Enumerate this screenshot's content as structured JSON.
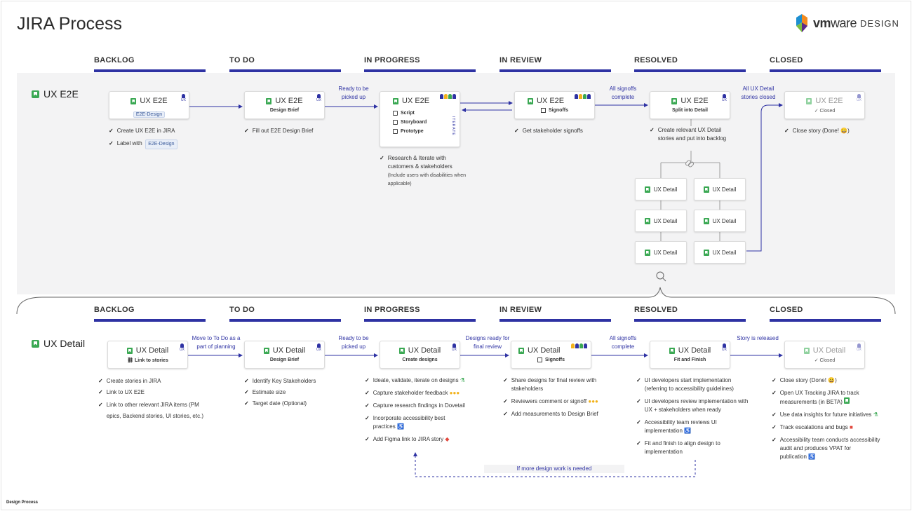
{
  "page": {
    "title": "JIRA Process",
    "footer": "Design Process",
    "logo": {
      "vm": "vm",
      "ware": "ware",
      "design": "DESIGN"
    }
  },
  "columns": [
    "BACKLOG",
    "TO DO",
    "IN PROGRESS",
    "IN REVIEW",
    "RESOLVED",
    "CLOSED"
  ],
  "ux_e2e": {
    "row_label": "UX E2E",
    "cards": {
      "backlog": {
        "title": "UX E2E",
        "tag": "E2E-Design",
        "badge": "UX"
      },
      "todo": {
        "title": "UX E2E",
        "sub": "Design Brief",
        "badge": "UX"
      },
      "inprogress": {
        "title": "UX E2E",
        "items": [
          "Script",
          "Storyboard",
          "Prototype"
        ],
        "iterate": "ITERATE",
        "badges": [
          "UX",
          "PM",
          "UI",
          "BE"
        ]
      },
      "inreview": {
        "title": "UX E2E",
        "sub": "Signoffs",
        "badges": [
          "UX",
          "PM",
          "UI",
          "BE"
        ]
      },
      "resolved": {
        "title": "UX E2E",
        "sub": "Split into Detail",
        "badge": "UX"
      },
      "closed": {
        "title": "UX E2E",
        "sub": "Closed",
        "badge": "UX"
      }
    },
    "arrows": {
      "ready": "Ready to be picked up",
      "signoffs": "All signoffs complete",
      "all_detail": "All UX Detail stories closed"
    },
    "notes": {
      "backlog": [
        "Create UX E2E in JIRA",
        "Label with"
      ],
      "backlog_tag": "E2E-Design",
      "todo": [
        "Fill out E2E Design Brief"
      ],
      "inprogress": "Research & Iterate with customers & stakeholders",
      "inprogress_sub": "(Include users with disabilities when applicable)",
      "inreview": [
        "Get stakeholder signoffs"
      ],
      "resolved": "Create relevant UX Detail stories and put into backlog",
      "closed": "Close story (Done! 😀)"
    },
    "detail_cards": [
      "UX Detail",
      "UX Detail",
      "UX Detail",
      "UX Detail",
      "UX Detail",
      "UX Detail"
    ]
  },
  "ux_detail": {
    "row_label": "UX Detail",
    "cards": {
      "backlog": {
        "title": "UX Detail",
        "sub": "Link to stories",
        "badge": "UX"
      },
      "todo": {
        "title": "UX Detail",
        "sub": "Design Brief",
        "badge": "UX"
      },
      "inprogress": {
        "title": "UX Detail",
        "sub": "Create designs",
        "badge": "UX"
      },
      "inreview": {
        "title": "UX Detail",
        "sub": "Signoffs"
      },
      "resolved": {
        "title": "UX Detail",
        "sub": "Fit and Finish",
        "badge": "UX"
      },
      "closed": {
        "title": "UX Detail",
        "sub": "Closed",
        "badge": "UX"
      }
    },
    "arrows": {
      "move": "Move to To Do as a part of planning",
      "ready": "Ready to be picked up",
      "designs_ready": "Designs ready for final review",
      "signoffs": "All signoffs complete",
      "released": "Story is released",
      "more_work": "If more design work is needed"
    },
    "notes": {
      "backlog": [
        "Create stories in JIRA",
        "Link to UX E2E",
        "Link to other relevant JIRA items (PM epics, Backend stories, UI stories, etc.)"
      ],
      "todo": [
        "Identify Key Stakeholders",
        "Estimate size",
        "Target date (Optional)"
      ],
      "inprogress": [
        "Ideate, validate, iterate on designs",
        "Capture stakeholder feedback",
        "Capture research findings in Dovetail",
        "Incorporate accessibility best practices",
        "Add Figma link to JIRA story"
      ],
      "inreview": [
        "Share designs for final review with stakeholders",
        "Reviewers comment or signoff",
        "Add measurements to Design Brief"
      ],
      "resolved": [
        "UI developers start implementation (referring to accessibility guidelines)",
        "UI developers review implementation with UX + stakeholders when ready",
        "Accessibility team reviews UI implementation",
        "Fit and finish to align design to implementation"
      ],
      "closed": [
        "Close story (Done! 😀)",
        "Open UX Tracking JIRA to track measurements (in BETA)",
        "Use data insights for future initiatives",
        "Track escalations and bugs",
        "Accessibility team conducts accessibility audit and produces VPAT for publication"
      ]
    }
  },
  "colors": {
    "accent": "#2e32a3",
    "green": "#3aa853",
    "band": "#f3f3f4"
  }
}
